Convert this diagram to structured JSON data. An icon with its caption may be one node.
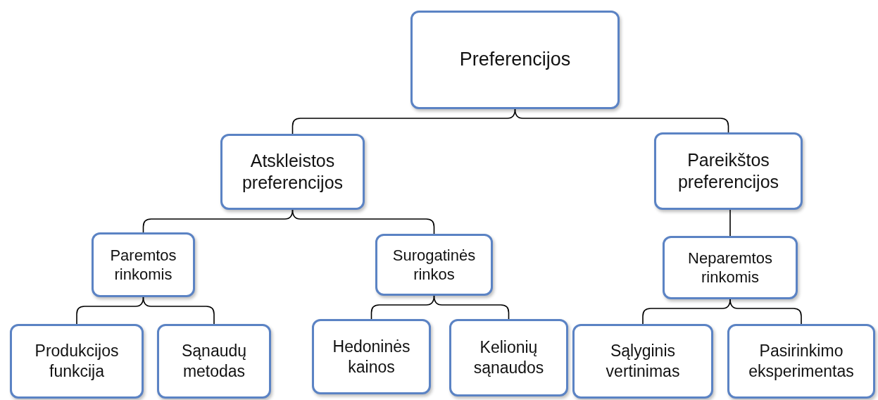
{
  "diagram": {
    "nodes": [
      {
        "text": [
          "Preferencijos"
        ]
      },
      {
        "text": [
          "Atskleistos preferencijos"
        ]
      },
      {
        "text": [
          "Pareikštos preferencijos"
        ]
      },
      {
        "text": [
          "Paremtos rinkomis"
        ]
      },
      {
        "text": [
          "Surogatinės rinkos"
        ]
      },
      {
        "text": [
          "Neparemtos rinkomis"
        ]
      },
      {
        "text": [
          "Produkcijos funkcija"
        ]
      },
      {
        "text": [
          "Sąnaudų metodas"
        ]
      },
      {
        "text": [
          "Hedoninės kainos"
        ]
      },
      {
        "text": [
          "Kelionių sąnaudos"
        ]
      },
      {
        "text": [
          "Sąlyginis vertinimas"
        ]
      },
      {
        "text": [
          "Pasirinkimo eksperimentas"
        ]
      }
    ],
    "edges": [
      {
        "from": 0,
        "to": 1,
        "arrow": "none"
      },
      {
        "from": 0,
        "to": 2,
        "arrow": "none"
      },
      {
        "from": 1,
        "to": 3,
        "arrow": "none"
      },
      {
        "from": 1,
        "to": 4,
        "arrow": "none"
      },
      {
        "from": 2,
        "to": 5,
        "arrow": "none"
      },
      {
        "from": 3,
        "to": 6,
        "arrow": "none"
      },
      {
        "from": 3,
        "to": 7,
        "arrow": "none"
      },
      {
        "from": 4,
        "to": 8,
        "arrow": "none"
      },
      {
        "from": 4,
        "to": 9,
        "arrow": "none"
      },
      {
        "from": 5,
        "to": 10,
        "arrow": "none"
      },
      {
        "from": 5,
        "to": 11,
        "arrow": "none"
      }
    ]
  }
}
